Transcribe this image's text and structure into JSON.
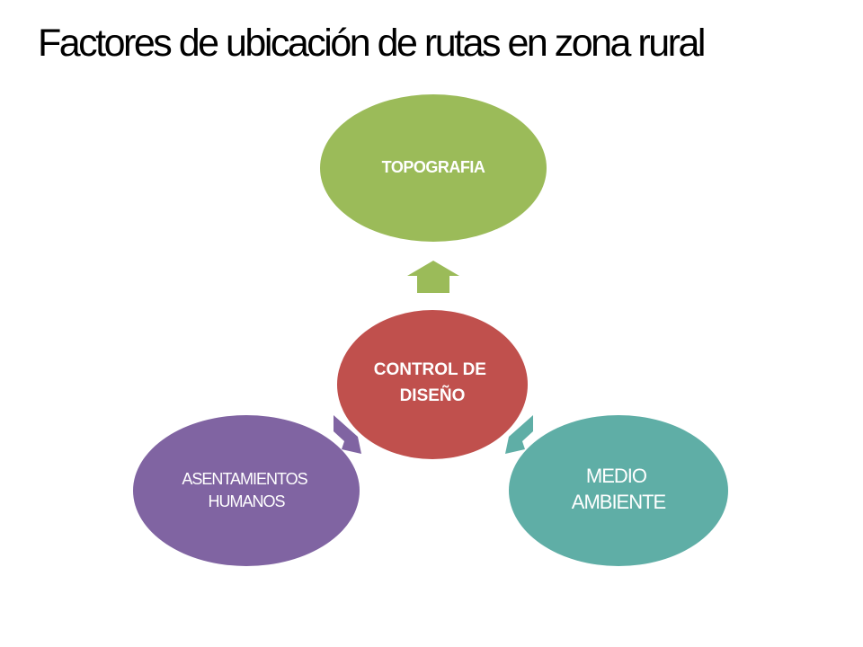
{
  "slide": {
    "title": "Factores de ubicación de rutas en zona rural"
  },
  "diagram": {
    "center": {
      "lines": [
        "CONTROL DE",
        "DISEÑO"
      ],
      "color": "#C0504D"
    },
    "top": {
      "lines": [
        "TOPOGRAFIA"
      ],
      "color": "#9BBB59"
    },
    "right": {
      "lines": [
        "MEDIO",
        "AMBIENTE"
      ],
      "color": "#4BACC6"
    },
    "left": {
      "lines": [
        "ASENTAMIENTOS",
        "HUMANOS"
      ],
      "color": "#8064A2"
    }
  }
}
